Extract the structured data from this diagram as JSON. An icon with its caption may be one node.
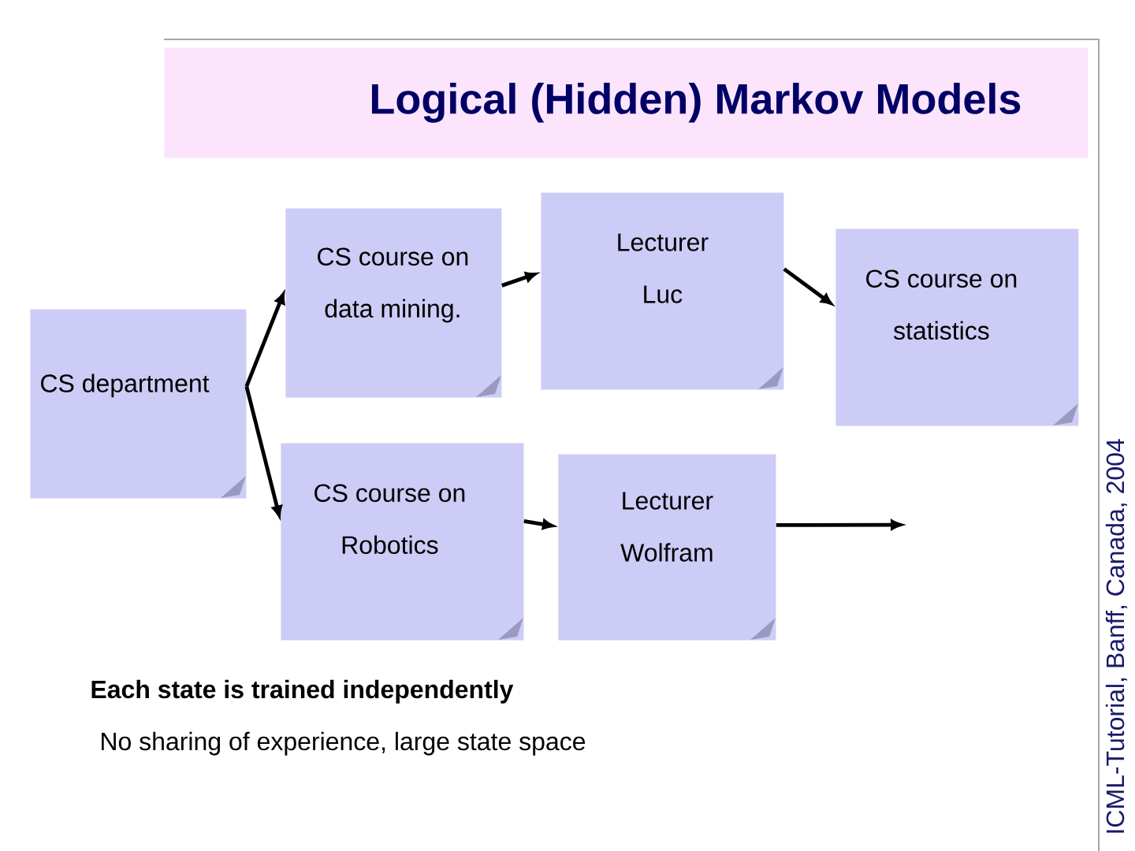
{
  "diagram": {
    "title": "Logical (Hidden) Markov Models",
    "nodes": [
      {
        "text": [
          "CS department"
        ]
      },
      {
        "text": [
          "CS course on data mining."
        ]
      },
      {
        "text": [
          "Lecturer Luc"
        ]
      },
      {
        "text": [
          "CS course on statistics"
        ]
      },
      {
        "text": [
          "CS course on Robotics"
        ]
      },
      {
        "text": [
          "Lecturer Wolfram"
        ]
      }
    ],
    "edges": [
      {
        "from": 0,
        "to": 1,
        "arrow": "to"
      },
      {
        "from": 0,
        "to": 4,
        "arrow": "to"
      },
      {
        "from": 1,
        "to": 2,
        "arrow": "to"
      },
      {
        "from": 2,
        "to": 3,
        "arrow": "to"
      },
      {
        "from": 4,
        "to": 5,
        "arrow": "to"
      },
      {
        "from": 5,
        "to": null,
        "arrow": "to"
      }
    ],
    "labels": [
      "Each state is trained independently",
      "No sharing of experience, large state space",
      "ICML-Tutorial, Banff, Canada, 2004"
    ]
  }
}
